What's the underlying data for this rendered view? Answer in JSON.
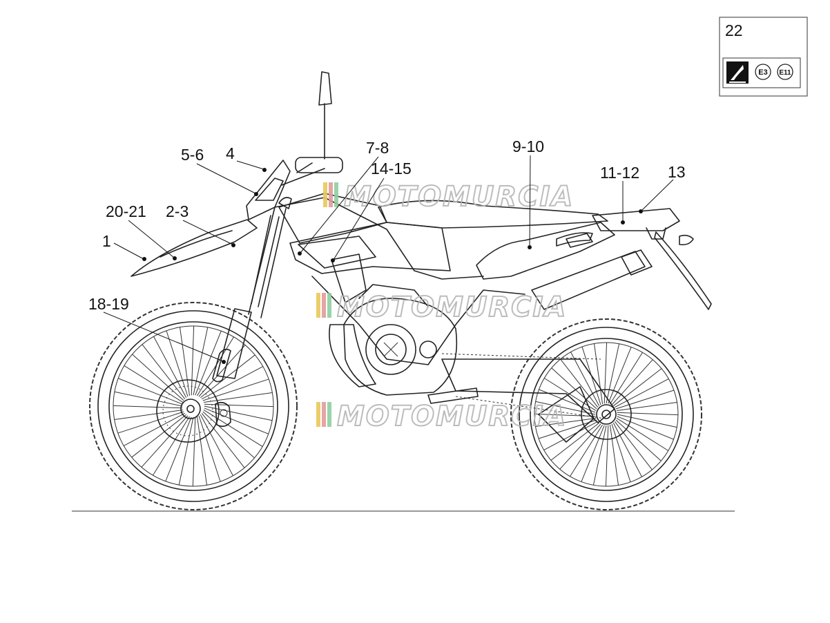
{
  "legend_box": {
    "number": "22",
    "symbols": [
      {
        "icon": "aprilia-logo-icon"
      },
      {
        "label": "E3",
        "icon": "e3-approval-mark-icon"
      },
      {
        "label": "E11",
        "icon": "e11-approval-mark-icon"
      }
    ]
  },
  "callouts": [
    {
      "id": "c1",
      "label": "1"
    },
    {
      "id": "c20_21",
      "label": "20-21"
    },
    {
      "id": "c2_3",
      "label": "2-3"
    },
    {
      "id": "c5_6",
      "label": "5-6"
    },
    {
      "id": "c4",
      "label": "4"
    },
    {
      "id": "c7_8",
      "label": "7-8"
    },
    {
      "id": "c14_15",
      "label": "14-15"
    },
    {
      "id": "c9_10",
      "label": "9-10"
    },
    {
      "id": "c11_12",
      "label": "11-12"
    },
    {
      "id": "c13",
      "label": "13"
    },
    {
      "id": "c18_19",
      "label": "18-19"
    }
  ],
  "watermark": {
    "text": "MOTOMURCIA",
    "stripe_colors": [
      "#e9c85a",
      "#e49a9a",
      "#8fcf9f"
    ]
  }
}
